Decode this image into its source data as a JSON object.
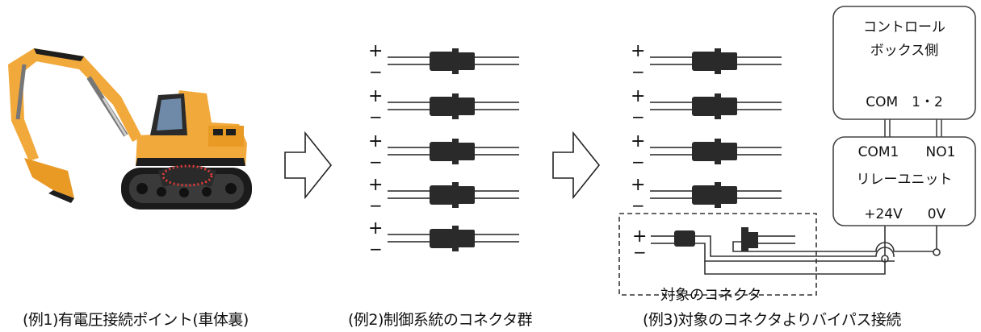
{
  "captions": {
    "ex1": "(例1)有電圧接続ポイント(車体裏)",
    "ex2": "(例2)制御系統のコネクタ群",
    "ex3": "(例3)対象のコネクタよりバイパス接続"
  },
  "connector_labels": {
    "plus": "+",
    "minus": "−"
  },
  "control_box": {
    "line1": "コントロール",
    "line2": "ボックス側",
    "terminals": "COM　1・2"
  },
  "relay_unit": {
    "com1": "COM1",
    "no1": "NO1",
    "name": "リレーユニット",
    "v24": "+24V",
    "v0": "0V"
  },
  "target_label": "対象のコネクタ",
  "colors": {
    "excavator_body": "#f2a93b",
    "excavator_dark": "#1e1e1e",
    "connector": "#222222",
    "highlight_dots": "#e23b3b"
  }
}
